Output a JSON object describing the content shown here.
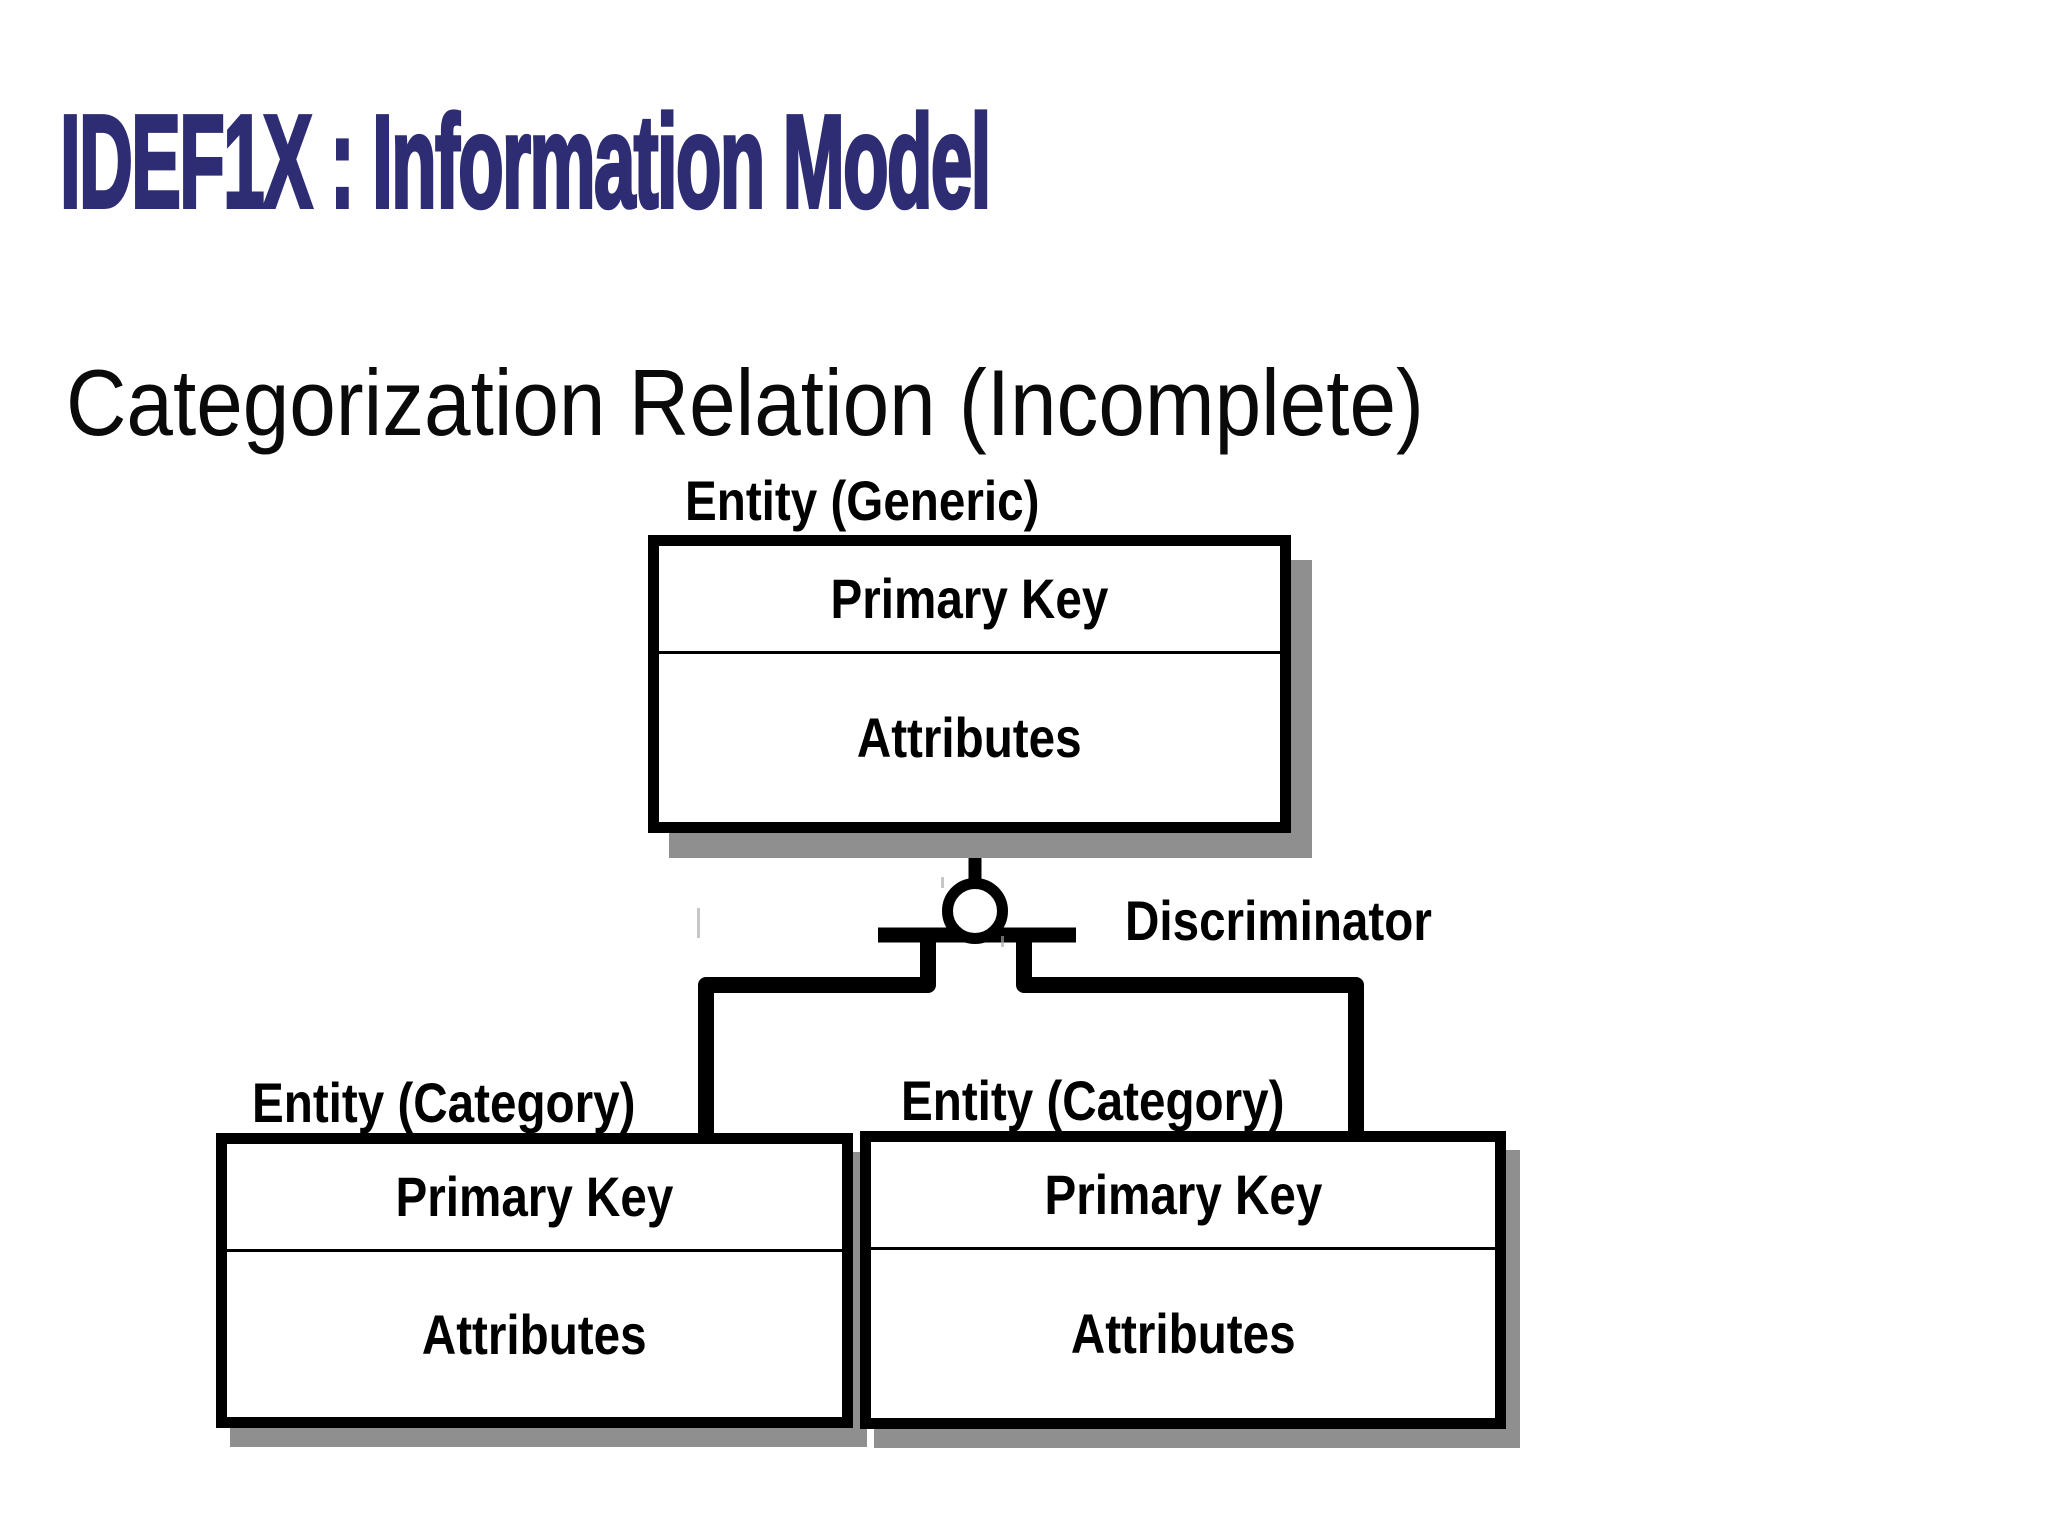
{
  "slide": {
    "title": "IDEF1X : Information Model",
    "subtitle": "Categorization Relation (Incomplete)"
  },
  "diagram": {
    "discriminator_label": "Discriminator",
    "entities": [
      {
        "label": "Entity (Generic)",
        "primary_key": "Primary Key",
        "attributes": "Attributes"
      },
      {
        "label": "Entity (Category)",
        "primary_key": "Primary Key",
        "attributes": "Attributes"
      },
      {
        "label": "Entity (Category)",
        "primary_key": "Primary Key",
        "attributes": "Attributes"
      }
    ]
  },
  "colors": {
    "title_text": "#2E2D74",
    "body_text": "#0A0A0A",
    "line": "#000000",
    "shadow": "#8F8F8F",
    "background": "#FFFFFF"
  }
}
